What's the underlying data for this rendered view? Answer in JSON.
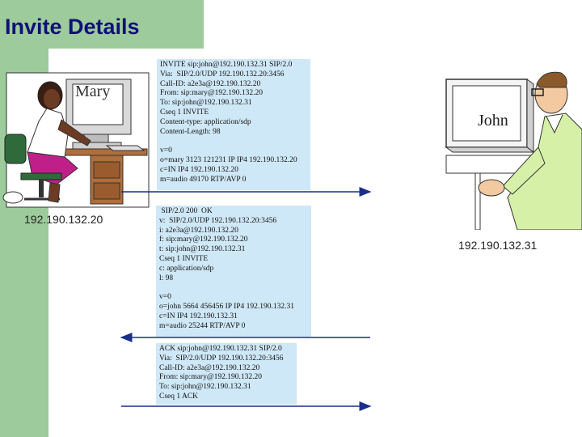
{
  "title": "Invite Details",
  "mary": {
    "name": "Mary",
    "ip": "192.190.132.20"
  },
  "john": {
    "name": "John",
    "ip": "192.190.132.31"
  },
  "invite_lines": [
    "INVITE sip:john@192.190.132.31 SIP/2.0",
    "Via:  SIP/2.0/UDP 192.190.132.20:3456",
    "Call-ID: a2e3a@192.190.132.20",
    "From: sip:mary@192.190.132.20",
    "To: sip:john@192.190.132.31",
    "Cseq 1 INVITE",
    "Content-type: application/sdp",
    "Content-Length: 98",
    "",
    "v=0",
    "o=mary 3123 121231 IP IP4 192.190.132.20",
    "c=IN IP4 192.190.132.20",
    "m=audio 49170 RTP/AVP 0"
  ],
  "ok_lines": [
    " SIP/2.0 200  OK",
    "v:  SIP/2.0/UDP 192.190.132.20:3456",
    "i: a2e3a@192.190.132.20",
    "f: sip:mary@192.190.132.20",
    "t: sip:john@192.190.132.31",
    "Cseq 1 INVITE",
    "c: application/sdp",
    "l: 98",
    "",
    "v=0",
    "o=john 5664 456456 IP IP4 192.190.132.31",
    "c=IN IP4 192.190.132.31",
    "m=audio 25244 RTP/AVP 0"
  ],
  "ack_lines": [
    "ACK sip:john@192.190.132.31 SIP/2.0",
    "Via:  SIP/2.0/UDP 192.190.132.20:3456",
    "Call-ID: a2e3a@192.190.132.20",
    "From: sip:mary@192.190.132.20",
    "To: sip:john@192.190.132.31",
    "Cseq 1 ACK"
  ],
  "colors": {
    "accent_green": "#9dcb9b",
    "title_blue": "#10107a",
    "message_bg": "#cfe8f7",
    "arrow_blue": "#1a2f8a"
  }
}
